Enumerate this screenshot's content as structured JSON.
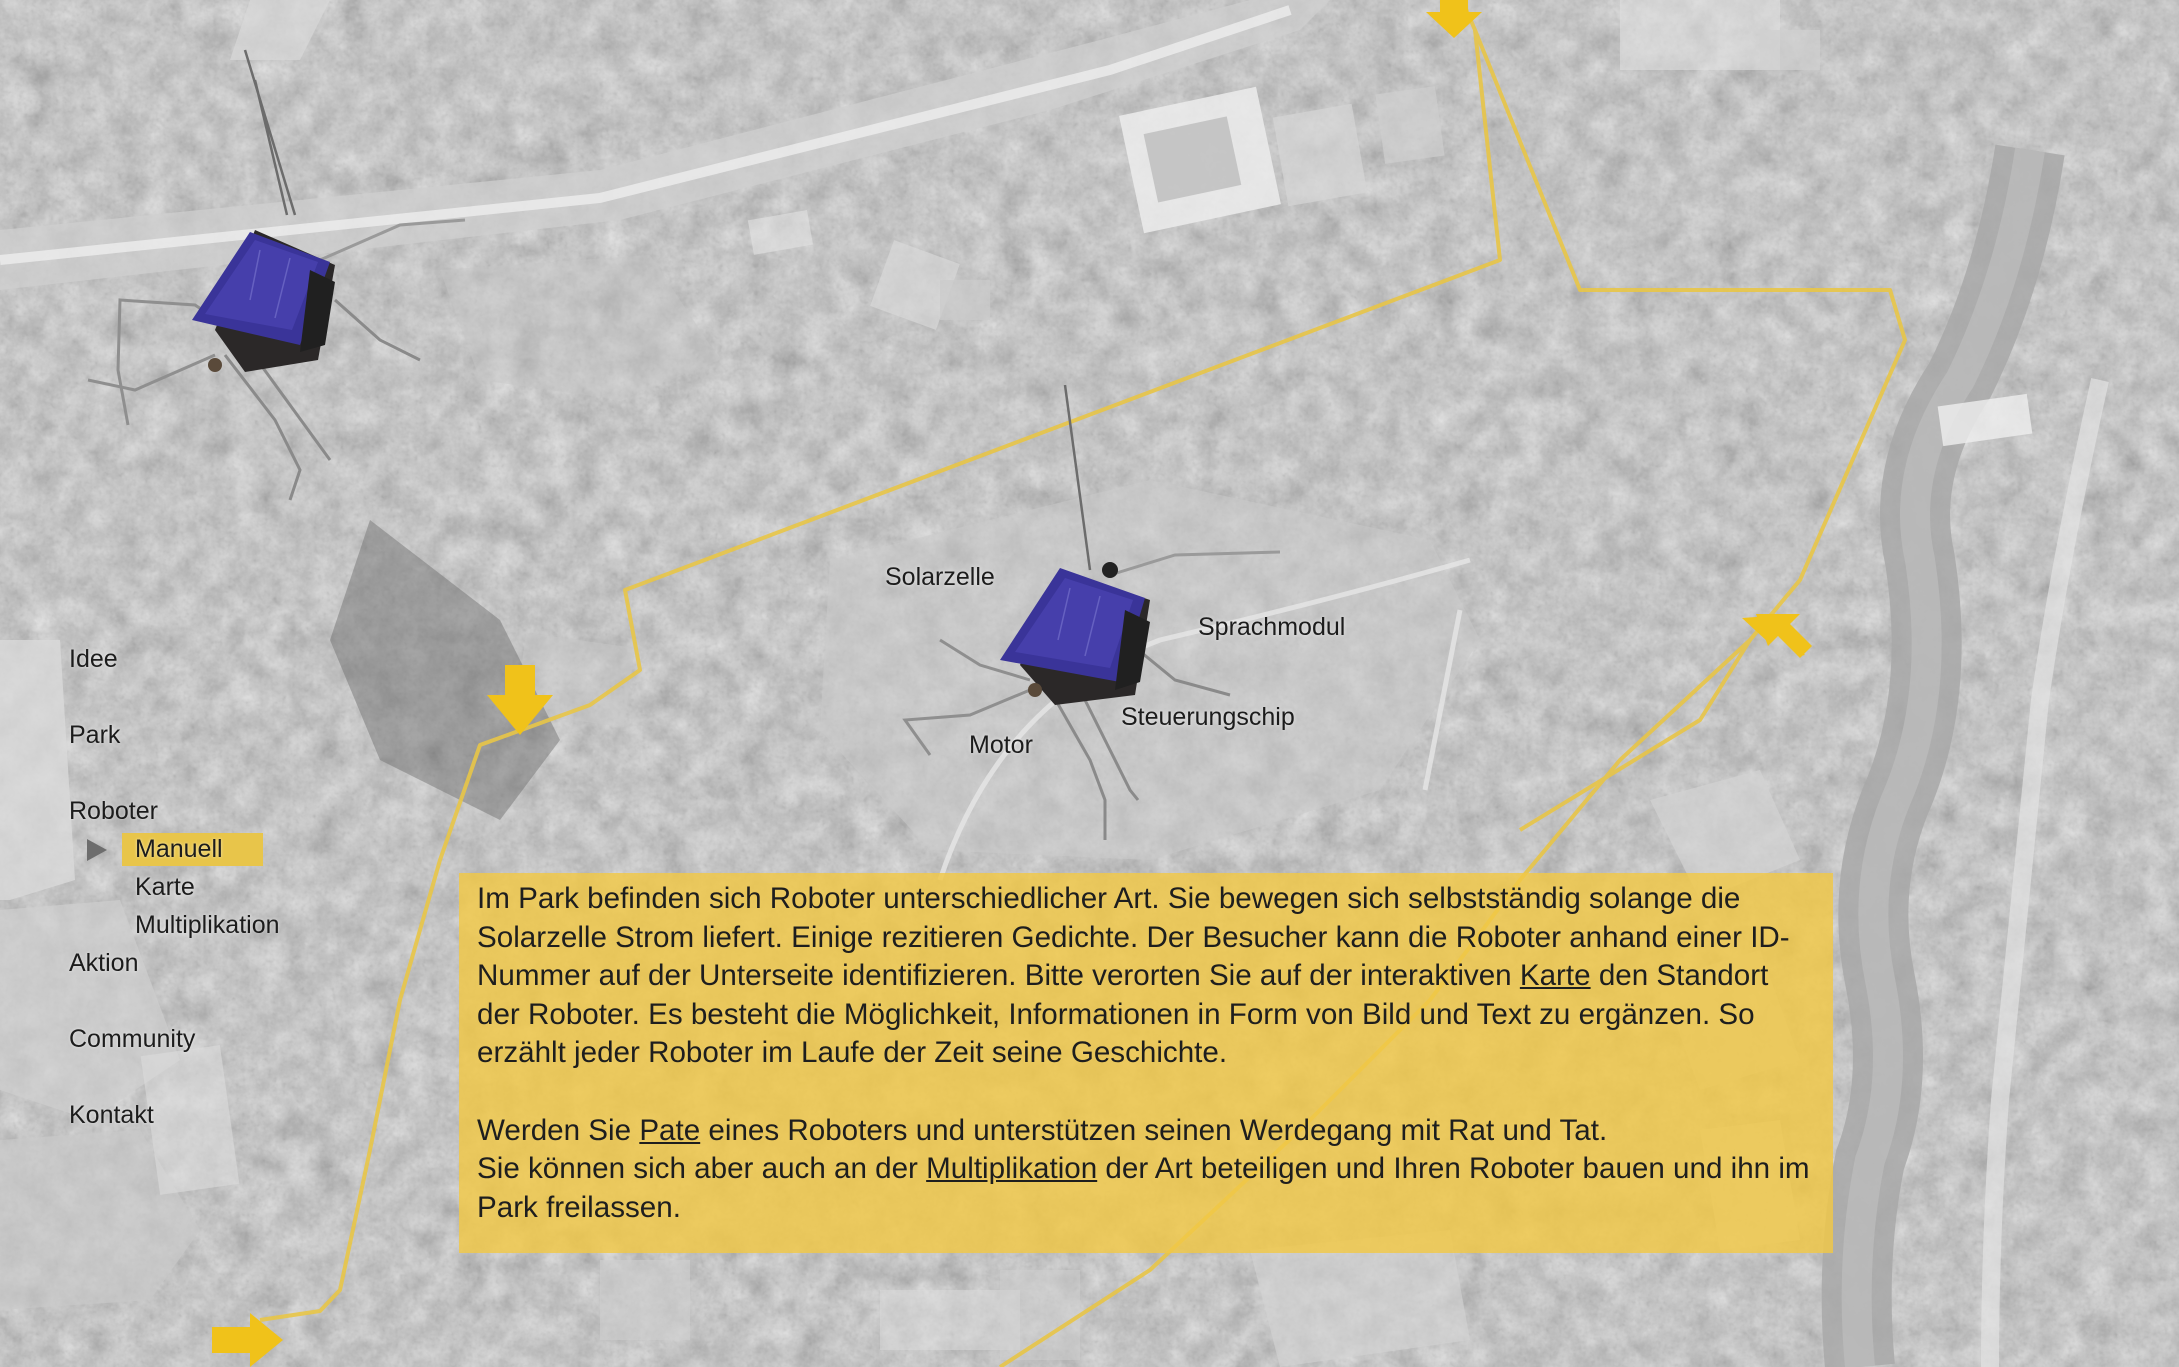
{
  "colors": {
    "accent": "#f1c846",
    "route": "#e8c547",
    "arrow": "#f0c21a",
    "solar_panel": "#3a3499",
    "map_light": "#d8d8d8",
    "map_trees": "#8a8a8a"
  },
  "nav": {
    "items": [
      {
        "label": "Idee"
      },
      {
        "label": "Park"
      },
      {
        "label": "Roboter"
      },
      {
        "label": "Aktion"
      },
      {
        "label": "Community"
      },
      {
        "label": "Kontakt"
      }
    ],
    "sub_items": [
      {
        "label": "Manuell",
        "active": true
      },
      {
        "label": "Karte"
      },
      {
        "label": "Multiplikation"
      }
    ]
  },
  "diagram_labels": {
    "solarzelle": "Solarzelle",
    "sprachmodul": "Sprachmodul",
    "steuerungschip": "Steuerungschip",
    "motor": "Motor"
  },
  "info": {
    "p1_before_link": "Im Park befinden sich Roboter unterschiedlicher Art. Sie bewegen sich selbstständig solange die Solarzelle Strom liefert. Einige rezitieren Gedichte. Der Besucher kann die Roboter anhand einer ID-Nummer auf der Unterseite identifizieren. Bitte verorten Sie auf der interaktiven ",
    "p1_link": "Karte",
    "p1_after_link": " den Standort der Roboter. Es besteht die Möglichkeit, Informationen in Form von Bild und Text zu ergänzen. So erzählt jeder Roboter im Laufe der Zeit seine Geschichte.",
    "p2_before_link1": "Werden Sie ",
    "p2_link1": "Pate",
    "p2_between": " eines Roboters und unterstützen seinen Werdegang mit Rat und Tat.",
    "p3_before_link": "Sie können sich aber auch an der ",
    "p3_link": "Multiplikation",
    "p3_after_link": " der Art beteiligen und Ihren Roboter bauen und ihn im Park freilassen."
  },
  "icons": [
    "route-arrow-icon",
    "robot-icon",
    "nav-marker-icon"
  ]
}
